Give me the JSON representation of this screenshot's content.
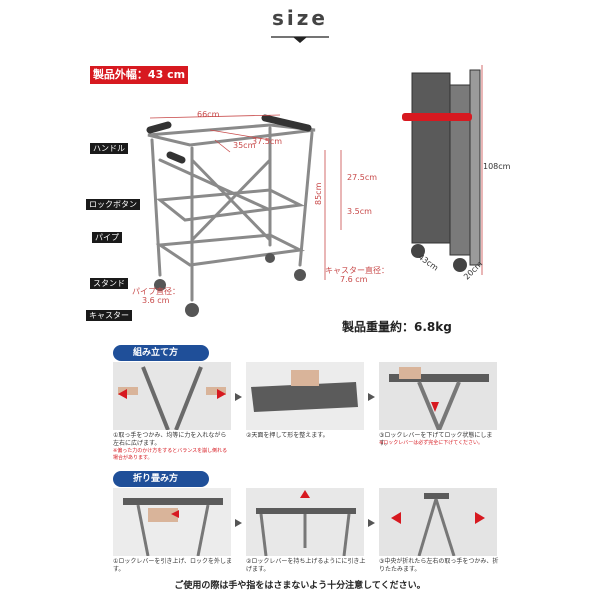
{
  "title": "size",
  "external_width": "製品外幅：43 cm",
  "callouts": {
    "handle": "ハンドル",
    "lock_button": "ロックボタン",
    "pipe": "パイプ",
    "stand": "スタンド",
    "caster": "キャスター"
  },
  "dims": {
    "top_width": "66cm",
    "inner_w1": "35cm",
    "inner_w2": "37.5cm",
    "height": "85cm",
    "tier_gap": "27.5cm",
    "small_gap": "3.5cm",
    "pipe_dia_label": "パイプ直径：",
    "pipe_dia_value": "3.6 cm",
    "caster_dia_label": "キャスター直径：",
    "caster_dia_value": "7.6 cm",
    "folded_height": "108cm",
    "folded_depth": "43cm",
    "folded_thickness": "20cm"
  },
  "weight": "製品重量約：6.8kg",
  "assembly": {
    "header": "組み立て方",
    "steps": [
      {
        "text": "①取っ手をつかみ、均等に力を入れながら左右に広げます。",
        "note": "※偏った力のかけ方をするとバランスを崩し倒れる場合があります。"
      },
      {
        "text": "②天面を押して形を整えます。",
        "note": ""
      },
      {
        "text": "③ロックレバーを下げてロック状態にします。",
        "note": "※ロックレバーは必ず完全に下げてください。"
      }
    ]
  },
  "folding": {
    "header": "折り畳み方",
    "steps": [
      {
        "text": "①ロックレバーを引き上げ、ロックを外します。",
        "note": ""
      },
      {
        "text": "②ロックレバーを持ち上げるようにに引き上げます。",
        "note": ""
      },
      {
        "text": "③中央が折れたら左右の取っ手をつかみ、折りたたみます。",
        "note": ""
      }
    ]
  },
  "warning": "ご使用の際は手や指をはさまないよう十分注意してください。",
  "colors": {
    "accent_red": "#d71920",
    "header_blue": "#1f4f99",
    "frame": "#8a8a8a",
    "dim_red": "#c84a4a"
  }
}
